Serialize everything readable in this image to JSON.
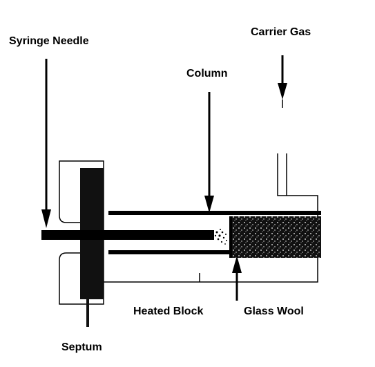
{
  "diagram": {
    "labels": {
      "syringe_needle": "Syringe Needle",
      "carrier_gas": "Carrier Gas",
      "column": "Column",
      "heated_block": "Heated Block",
      "glass_wool": "Glass Wool",
      "septum": "Septum"
    },
    "colors": {
      "ink": "#000000",
      "background": "#ffffff"
    }
  }
}
